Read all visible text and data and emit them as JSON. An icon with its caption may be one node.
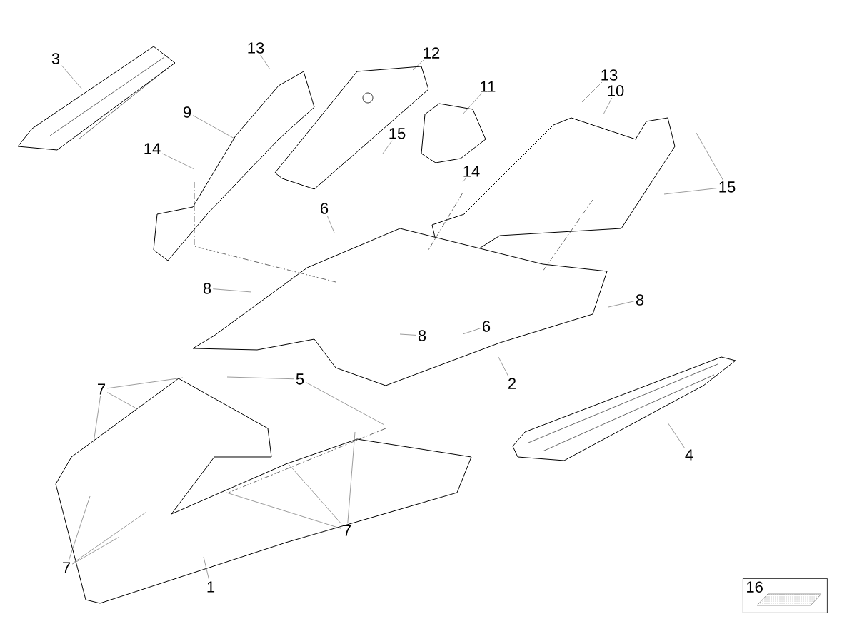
{
  "diagram": {
    "nodes": [
      {
        "text": [
          "3"
        ]
      },
      {
        "text": [
          "13"
        ]
      },
      {
        "text": [
          "12"
        ]
      },
      {
        "text": [
          "11"
        ]
      },
      {
        "text": [
          "13"
        ]
      },
      {
        "text": [
          "10"
        ]
      },
      {
        "text": [
          "9"
        ]
      },
      {
        "text": [
          "15"
        ]
      },
      {
        "text": [
          "14"
        ]
      },
      {
        "text": [
          "14"
        ]
      },
      {
        "text": [
          "15"
        ]
      },
      {
        "text": [
          "6"
        ]
      },
      {
        "text": [
          "8"
        ]
      },
      {
        "text": [
          "8"
        ]
      },
      {
        "text": [
          "6"
        ]
      },
      {
        "text": [
          "8"
        ]
      },
      {
        "text": [
          "2"
        ]
      },
      {
        "text": [
          "5"
        ]
      },
      {
        "text": [
          "7"
        ]
      },
      {
        "text": [
          "4"
        ]
      },
      {
        "text": [
          "7"
        ]
      },
      {
        "text": [
          "7"
        ]
      },
      {
        "text": [
          "1"
        ]
      },
      {
        "text": [
          "16"
        ]
      }
    ],
    "edges": [
      {
        "from": 0,
        "to": null,
        "arrow": "none"
      },
      {
        "from": 1,
        "to": null,
        "arrow": "none"
      },
      {
        "from": 2,
        "to": null,
        "arrow": "none"
      },
      {
        "from": 3,
        "to": null,
        "arrow": "none"
      },
      {
        "from": 4,
        "to": null,
        "arrow": "none"
      },
      {
        "from": 5,
        "to": null,
        "arrow": "none"
      },
      {
        "from": 6,
        "to": null,
        "arrow": "none"
      },
      {
        "from": 7,
        "to": null,
        "arrow": "none"
      },
      {
        "from": 8,
        "to": null,
        "arrow": "none"
      },
      {
        "from": 9,
        "to": null,
        "arrow": "none"
      },
      {
        "from": 10,
        "to": null,
        "arrow": "none"
      },
      {
        "from": 10,
        "to": null,
        "arrow": "none"
      },
      {
        "from": 11,
        "to": null,
        "arrow": "none"
      },
      {
        "from": 12,
        "to": null,
        "arrow": "none"
      },
      {
        "from": 13,
        "to": null,
        "arrow": "none"
      },
      {
        "from": 14,
        "to": null,
        "arrow": "none"
      },
      {
        "from": 15,
        "to": null,
        "arrow": "none"
      },
      {
        "from": 16,
        "to": null,
        "arrow": "none"
      },
      {
        "from": 17,
        "to": null,
        "arrow": "none"
      },
      {
        "from": 17,
        "to": null,
        "arrow": "none"
      },
      {
        "from": 18,
        "to": null,
        "arrow": "none"
      },
      {
        "from": 18,
        "to": null,
        "arrow": "none"
      },
      {
        "from": 18,
        "to": null,
        "arrow": "none"
      },
      {
        "from": 19,
        "to": null,
        "arrow": "none"
      },
      {
        "from": 20,
        "to": null,
        "arrow": "none"
      },
      {
        "from": 20,
        "to": null,
        "arrow": "none"
      },
      {
        "from": 20,
        "to": null,
        "arrow": "none"
      },
      {
        "from": 21,
        "to": null,
        "arrow": "none"
      },
      {
        "from": 21,
        "to": null,
        "arrow": "none"
      },
      {
        "from": 21,
        "to": null,
        "arrow": "none"
      },
      {
        "from": 22,
        "to": null,
        "arrow": "none"
      }
    ]
  }
}
